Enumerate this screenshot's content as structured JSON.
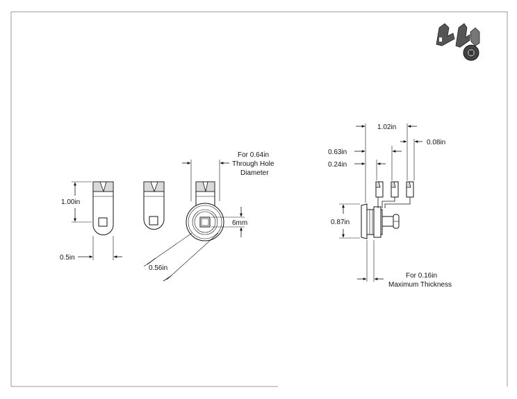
{
  "dimensions": {
    "lever_height": "1.00in",
    "lever_width": "0.5in",
    "through_hole_line1": "For 0.64in",
    "through_hole_line2": "Through Hole",
    "through_hole_line3": "Diameter",
    "square_drive": "6mm",
    "nut_diameter": "0.56in",
    "overall_depth": "1.02in",
    "offset_a": "0.63in",
    "offset_b": "0.24in",
    "offset_c": "0.08in",
    "body_diameter": "0.87in",
    "thickness_line1": "For 0.16in",
    "thickness_line2": "Maximum Thickness"
  },
  "icons": {
    "preview": "cam-lock-3d-preview-icon"
  },
  "colors": {
    "line": "#111111",
    "frame": "#999999",
    "background": "#ffffff"
  }
}
